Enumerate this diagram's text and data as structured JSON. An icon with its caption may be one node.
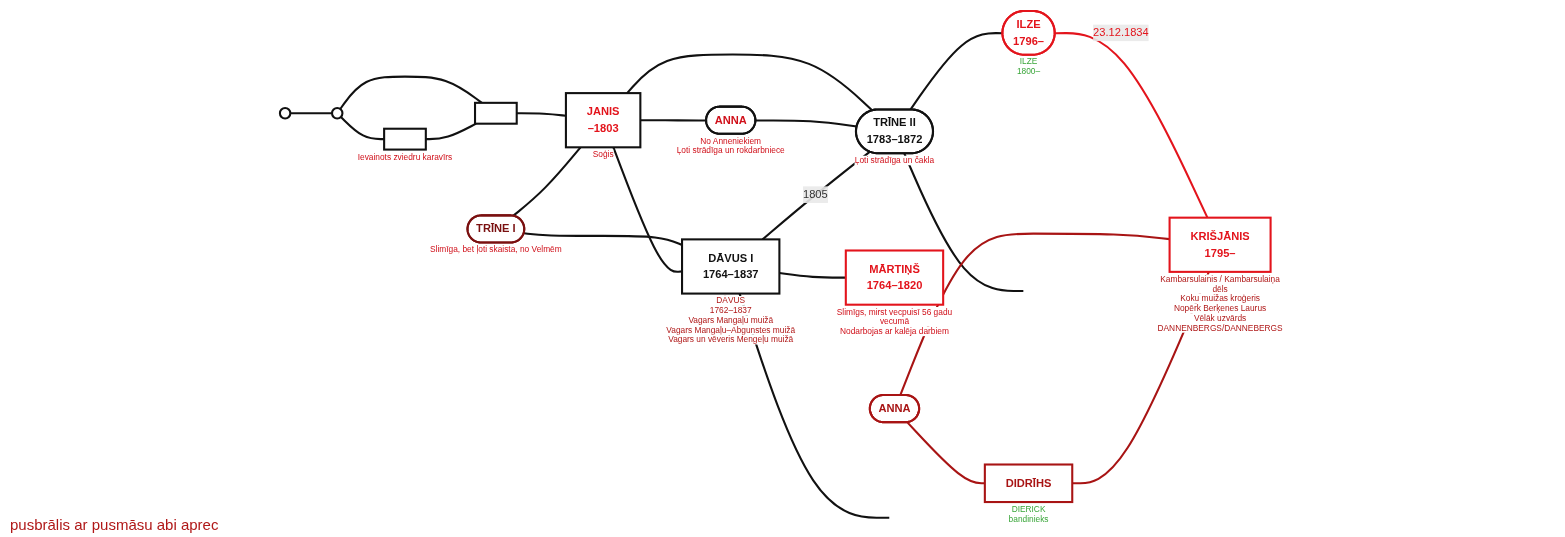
{
  "diagram": {
    "nodes": [
      {
        "text": [],
        "shape": "circle"
      },
      {
        "text": [],
        "shape": "circle"
      },
      {
        "text": [],
        "shape": "box",
        "beside": [
          "Ievainots zviedru karavīrs"
        ]
      },
      {
        "text": [],
        "shape": "box"
      },
      {
        "text": [
          "TRĪNE I"
        ],
        "beside": [
          "Slimīga, bet ļoti skaista, no Velmēm"
        ]
      },
      {
        "text": [
          "JANIS",
          "–1803"
        ],
        "beside": [
          "Soģis"
        ]
      },
      {
        "text": [
          "ANNA"
        ],
        "beside": [
          "No Anneniekiem",
          "Ļoti strādīga un rokdarbniece"
        ]
      },
      {
        "text": [
          "DĀVUS I",
          "1764–1837"
        ],
        "beside": [
          "DĀVUS",
          "1762–1837",
          "Vagars Mangaļu muižā",
          "Vagars Mangaļu–Abgunstes muižā",
          "Vagars un vēveris Mengeļu muižā"
        ]
      },
      {
        "text": [
          "TRĪNE II",
          "1783–1872"
        ],
        "beside": [
          "Ļoti strādīga un čakla"
        ]
      },
      {
        "text": [
          "MĀRTIŅŠ",
          "1764–1820"
        ],
        "beside": [
          "Slimīgs, mirst vecpuisī 56 gadu vecumā",
          "Nodarbojas ar kalēja darbiem"
        ]
      },
      {
        "text": [
          "ILZE",
          "1796–"
        ],
        "beside": [
          "ILZE",
          "1800–"
        ]
      },
      {
        "text": [
          "ANNA"
        ]
      },
      {
        "text": [
          "DIDRĪHS"
        ],
        "beside": [
          "DIERICK",
          "bandinieks"
        ]
      },
      {
        "text": [
          "KRIŠJĀNIS",
          "1795–"
        ],
        "beside": [
          "Kambarsulainis / Kambarsulaiņa dēls",
          "Koku muižas kroģeris",
          "Nopērk Berķenes Laurus",
          "Vēlāk uzvārds DANNENBERGS/DANNEBERGS"
        ]
      }
    ],
    "edges": [
      {
        "from": 0,
        "to": 1,
        "arrow": "none"
      },
      {
        "from": 1,
        "to": 2,
        "arrow": "none"
      },
      {
        "from": 1,
        "to": 3,
        "arrow": "none"
      },
      {
        "from": 2,
        "to": 3,
        "arrow": "none"
      },
      {
        "from": 3,
        "to": 5,
        "arrow": "none"
      },
      {
        "from": 4,
        "to": 5,
        "arrow": "none"
      },
      {
        "from": 4,
        "to": 7,
        "arrow": "none"
      },
      {
        "from": 5,
        "to": 7,
        "arrow": "none"
      },
      {
        "from": 5,
        "to": 6,
        "arrow": "none"
      },
      {
        "from": 5,
        "to": 8,
        "arrow": "none"
      },
      {
        "from": 6,
        "to": 8,
        "arrow": "none"
      },
      {
        "from": 7,
        "to": 8,
        "arrow": "none",
        "label": "1805"
      },
      {
        "from": 7,
        "to": 9,
        "arrow": "none"
      },
      {
        "from": 7,
        "to": null,
        "arrow": "none"
      },
      {
        "from": 8,
        "to": null,
        "arrow": "none"
      },
      {
        "from": 8,
        "to": 10,
        "arrow": "none"
      },
      {
        "from": 10,
        "to": 13,
        "arrow": "none",
        "label": "23.12.1834",
        "color": "#e3141c"
      },
      {
        "from": 11,
        "to": 12,
        "arrow": "none",
        "color": "#a81414"
      },
      {
        "from": 11,
        "to": 13,
        "arrow": "none",
        "color": "#a81414"
      },
      {
        "from": 12,
        "to": 13,
        "arrow": "none",
        "color": "#a81414"
      }
    ],
    "labels": [
      "pusbrālis ar pusmāsu abi aprec"
    ]
  }
}
